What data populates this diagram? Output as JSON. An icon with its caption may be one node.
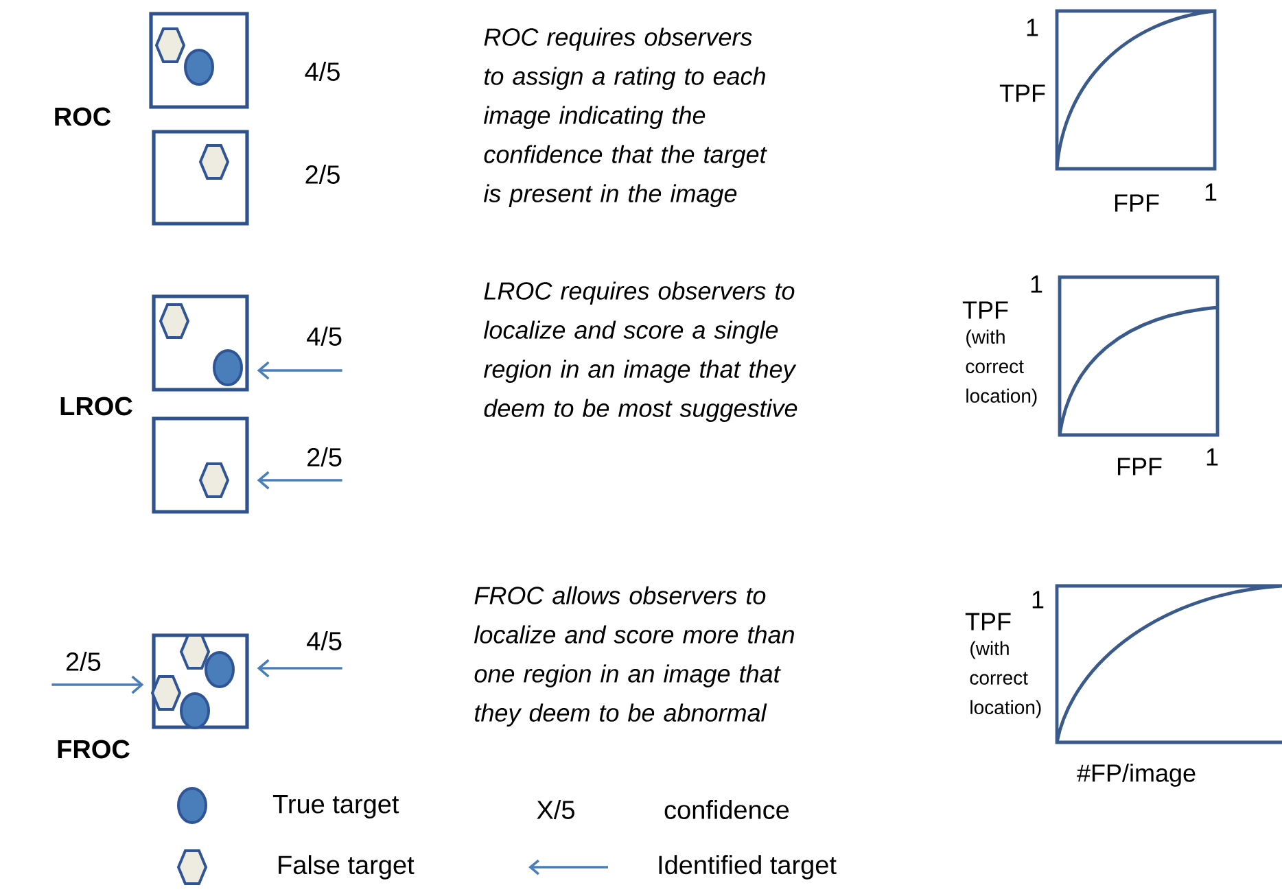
{
  "diagram": {
    "nodes": [
      {
        "text": [],
        "shape": "box"
      },
      {
        "text": [],
        "shape": "box"
      },
      {
        "text": [],
        "shape": "box"
      },
      {
        "text": [],
        "shape": "box"
      },
      {
        "text": [],
        "shape": "box"
      }
    ],
    "edges": [
      {
        "from": null,
        "to": 2,
        "arrow": "to",
        "label": "4/5"
      },
      {
        "from": null,
        "to": 3,
        "arrow": "to",
        "label": "2/5"
      },
      {
        "from": null,
        "to": 4,
        "arrow": "to",
        "label": "2/5"
      },
      {
        "from": null,
        "to": 4,
        "arrow": "to",
        "label": "4/5"
      }
    ],
    "labels": [
      "ROC",
      "4/5",
      "2/5",
      "ROC requires observers to assign a rating to each image indicating the confidence that the target is present  in the image",
      "1",
      "TPF",
      "FPF",
      "1",
      "LROC",
      "LROC requires observers to localize and score a single region in an image that they deem to be most suggestive",
      "1",
      "TPF",
      "(with correct location)",
      "FPF",
      "1",
      "FROC",
      "FROC allows observers to localize and score more than one region in an image that they deem to be abnormal",
      "1",
      "TPF",
      "(with correct location)",
      "#FP/image",
      "X/5"
    ],
    "legend": [
      {
        "text": "True target"
      },
      {
        "text": "confidence"
      },
      {
        "text": "False target"
      },
      {
        "text": "Identified target"
      }
    ]
  }
}
